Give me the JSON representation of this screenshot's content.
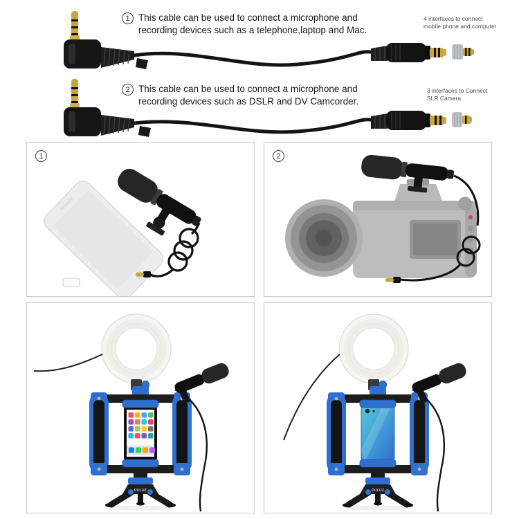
{
  "cable_section": {
    "item1": {
      "number": "1",
      "line1": "This cable can be used to connect a microphone and",
      "line2": "recording devices such as a telephone,laptop and Mac.",
      "note_line1": "4 interfaces to connect",
      "note_line2": "mobile phone and computer"
    },
    "item2": {
      "number": "2",
      "line1": "This cable can be used to connect a microphone and",
      "line2": "recording devices such as DSLR and DV Camcorder.",
      "note_line1": "3 interfaces to Connect",
      "note_line2": "SLR Camera"
    }
  },
  "gallery": {
    "panel_phone": {
      "number": "1"
    },
    "panel_camera": {
      "number": "2"
    },
    "panel_rig_front": {
      "tripod_label": "PULUZ"
    },
    "panel_rig_back": {
      "tripod_label": "PULUZ"
    }
  },
  "colors": {
    "accent_blue": "#2f6fd0",
    "connector_gold": "#caa43c",
    "panel_border": "#c9c9c9"
  }
}
